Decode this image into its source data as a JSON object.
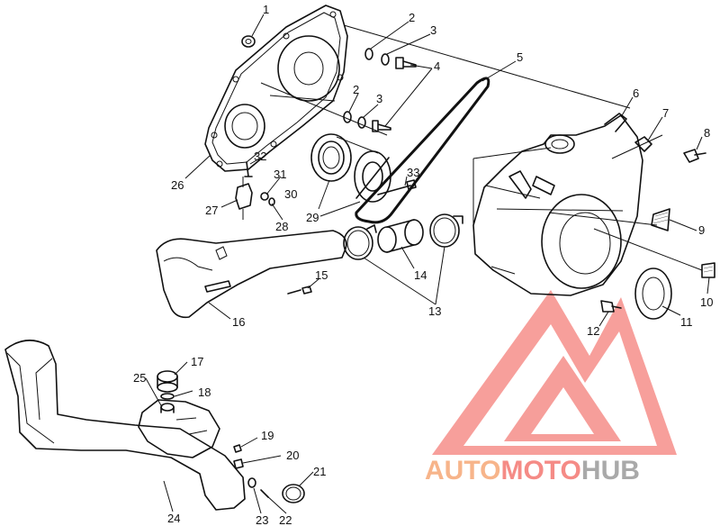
{
  "labels": [
    {
      "id": "1",
      "text": "1"
    },
    {
      "id": "2a",
      "text": "2"
    },
    {
      "id": "3a",
      "text": "3"
    },
    {
      "id": "4",
      "text": "4"
    },
    {
      "id": "5",
      "text": "5"
    },
    {
      "id": "2b",
      "text": "2"
    },
    {
      "id": "3b",
      "text": "3"
    },
    {
      "id": "6",
      "text": "6"
    },
    {
      "id": "7",
      "text": "7"
    },
    {
      "id": "8",
      "text": "8"
    },
    {
      "id": "9",
      "text": "9"
    },
    {
      "id": "10",
      "text": "10"
    },
    {
      "id": "11",
      "text": "11"
    },
    {
      "id": "12",
      "text": "12"
    },
    {
      "id": "13",
      "text": "13"
    },
    {
      "id": "14",
      "text": "14"
    },
    {
      "id": "15",
      "text": "15"
    },
    {
      "id": "16",
      "text": "16"
    },
    {
      "id": "17",
      "text": "17"
    },
    {
      "id": "18",
      "text": "18"
    },
    {
      "id": "19",
      "text": "19"
    },
    {
      "id": "20",
      "text": "20"
    },
    {
      "id": "21",
      "text": "21"
    },
    {
      "id": "22",
      "text": "22"
    },
    {
      "id": "23",
      "text": "23"
    },
    {
      "id": "24",
      "text": "24"
    },
    {
      "id": "25",
      "text": "25"
    },
    {
      "id": "26",
      "text": "26"
    },
    {
      "id": "27",
      "text": "27"
    },
    {
      "id": "28",
      "text": "28"
    },
    {
      "id": "29",
      "text": "29"
    },
    {
      "id": "30",
      "text": "30"
    },
    {
      "id": "31",
      "text": "31"
    },
    {
      "id": "32",
      "text": "32"
    },
    {
      "id": "33",
      "text": "33"
    }
  ],
  "watermark": {
    "part1": "AUTO",
    "part2": "MOTO",
    "part3": "HUB",
    "color_orange": "#f7b48a",
    "color_red": "#f58b86",
    "color_gray": "#a9a9a9",
    "logo_color": "#f4827c"
  }
}
